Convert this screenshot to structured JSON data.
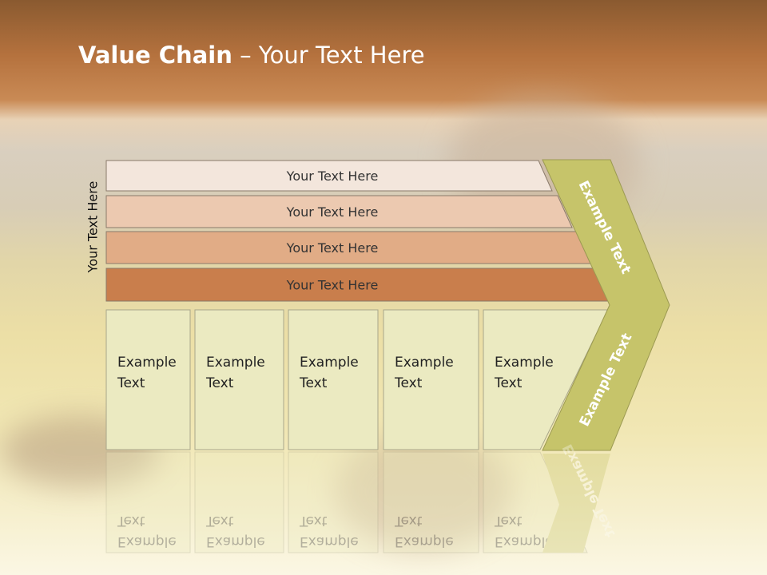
{
  "slide": {
    "title_bold": "Value Chain",
    "title_rest": " – Your Text Here",
    "side_label": "Your Text Here"
  },
  "rows": [
    {
      "label": "Your Text Here",
      "color": "#f3e6dc"
    },
    {
      "label": "Your Text Here",
      "color": "#ecc9b0"
    },
    {
      "label": "Your Text Here",
      "color": "#e1ac86"
    },
    {
      "label": "Your Text Here",
      "color": "#c97e4c"
    }
  ],
  "boxes": [
    {
      "line1": "Example",
      "line2": "Text"
    },
    {
      "line1": "Example",
      "line2": "Text"
    },
    {
      "line1": "Example",
      "line2": "Text"
    },
    {
      "line1": "Example",
      "line2": "Text"
    },
    {
      "line1": "Example",
      "line2": "Text"
    }
  ],
  "chevron": {
    "upper_text": "Example Text",
    "lower_text": "Example Text",
    "color": "#c6c46a"
  },
  "colors": {
    "box_fill": "#ebeac1",
    "box_border": "#a8a78a",
    "row_border": "#8a7a6a"
  }
}
